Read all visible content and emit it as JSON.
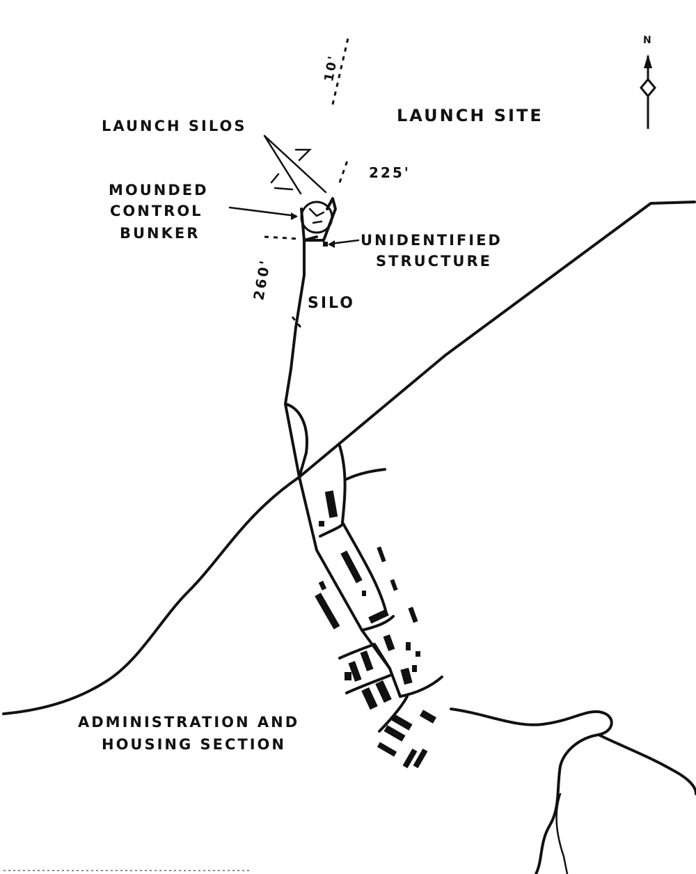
{
  "labels": {
    "launch_site": "LAUNCH SITE",
    "launch_silos": "LAUNCH SILOS",
    "bunker_line1": "MOUNDED",
    "bunker_line2": "CONTROL",
    "bunker_line3": "BUNKER",
    "unidentified_line1": "UNIDENTIFIED",
    "unidentified_line2": "STRUCTURE",
    "silo": "SILO",
    "dim_225": "225'",
    "dim_260": "260'",
    "dim_10": "10'",
    "admin_line1": "ADMINISTRATION AND",
    "admin_line2": "HOUSING SECTION",
    "north": "N"
  },
  "colors": {
    "ink": "#111111",
    "paper": "#ffffff"
  }
}
